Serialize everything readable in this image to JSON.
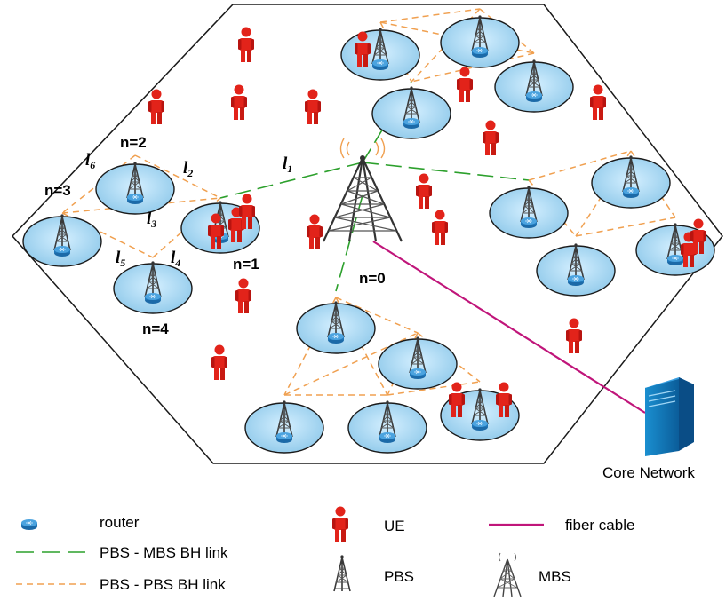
{
  "diagram": {
    "node_labels": {
      "n0": "n=0",
      "n1": "n=1",
      "n2": "n=2",
      "n3": "n=3",
      "n4": "n=4"
    },
    "link_labels": {
      "l1": "l",
      "l1_sub": "1",
      "l2": "l",
      "l2_sub": "2",
      "l3": "l",
      "l3_sub": "3",
      "l4": "l",
      "l4_sub": "4",
      "l5": "l",
      "l5_sub": "5",
      "l6": "l",
      "l6_sub": "6"
    },
    "core_network_label": "Core Network",
    "colors": {
      "mbs_link": "#2ca02c",
      "pbs_link": "#f0a050",
      "fiber": "#c0157a",
      "cell": "#a8d8f0",
      "ue": "#dd1f12"
    }
  },
  "legend": {
    "router": "router",
    "pbs_mbs_link": "PBS - MBS BH link",
    "pbs_pbs_link": "PBS - PBS BH link",
    "ue": "UE",
    "pbs": "PBS",
    "fiber": "fiber cable",
    "mbs": "MBS"
  }
}
